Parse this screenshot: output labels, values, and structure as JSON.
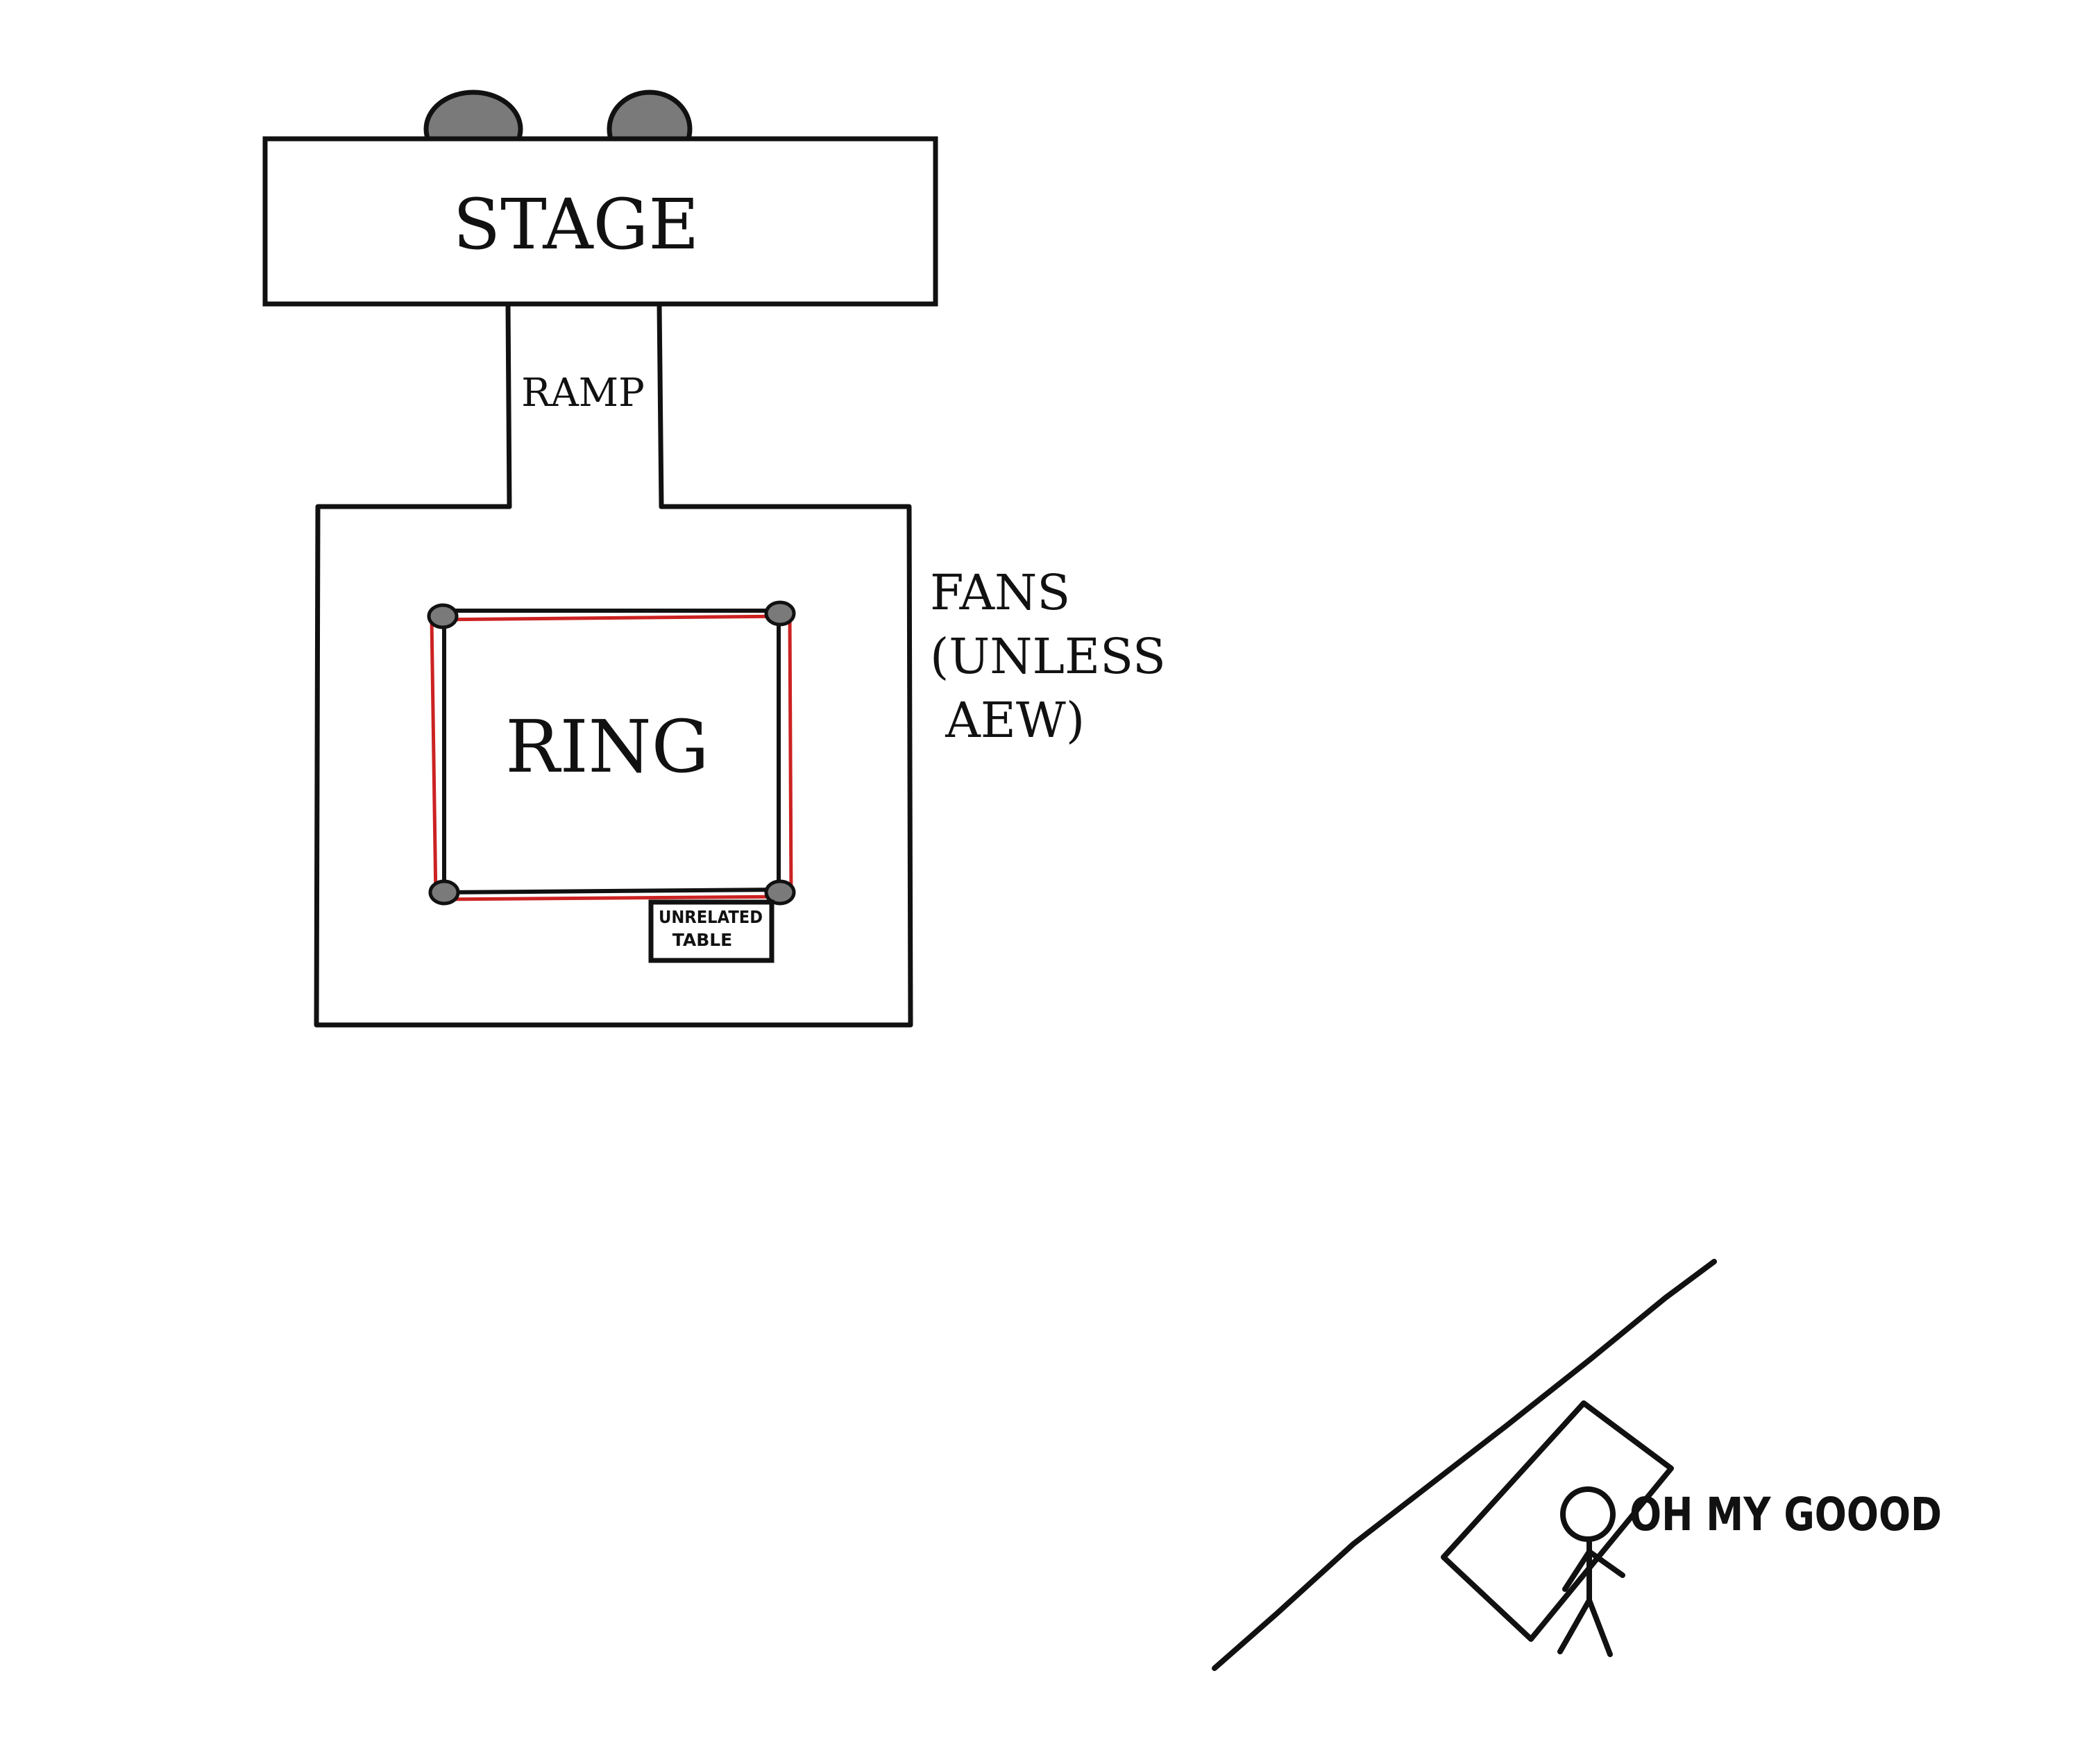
{
  "diagram": {
    "stage_label": "STAGE",
    "ramp_label": "RAMP",
    "ring_label": "RING",
    "fans_label_lines": [
      "FANS",
      "(UNLESS",
      " AEW)"
    ],
    "table_label_lines": [
      "UNRELATED",
      "TABLE"
    ],
    "exclamation": "OH MY GOOOD",
    "colors": {
      "ink": "#111111",
      "rope": "#cc2222",
      "post": "#7a7a7a",
      "background": "#ffffff"
    }
  }
}
